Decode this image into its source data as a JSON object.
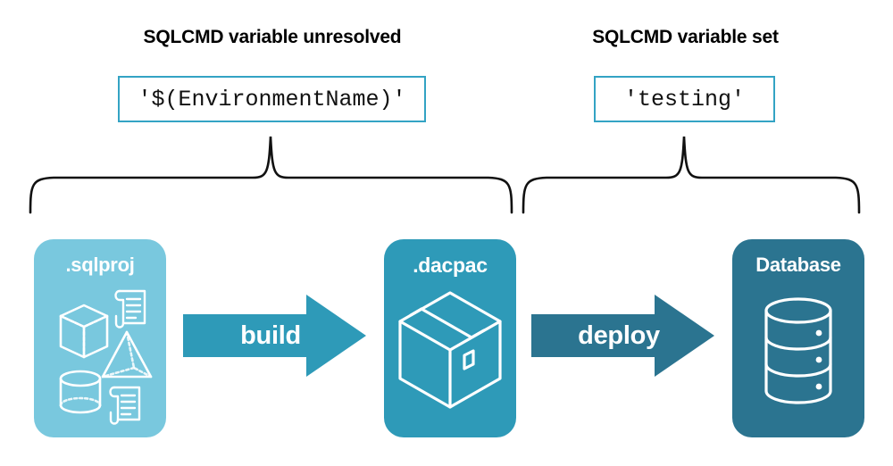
{
  "headings": {
    "left": "SQLCMD variable unresolved",
    "right": "SQLCMD variable set"
  },
  "value_boxes": {
    "unresolved": "'$(EnvironmentName)'",
    "set": "'testing'"
  },
  "stages": [
    {
      "id": "sqlproj",
      "label": ".sqlproj",
      "color": "#79c8de",
      "art": "project-shapes-icon"
    },
    {
      "id": "dacpac",
      "label": ".dacpac",
      "color": "#2e9ab8",
      "art": "package-box-icon"
    },
    {
      "id": "database",
      "label": "Database",
      "color": "#2b7490",
      "art": "database-cylinder-icon"
    }
  ],
  "arrows": [
    {
      "id": "build",
      "label": "build",
      "color": "#2e9ab8"
    },
    {
      "id": "deploy",
      "label": "deploy",
      "color": "#2b7490"
    }
  ],
  "colors": {
    "accent_border": "#33a3c4",
    "light_blue": "#79c8de",
    "mid_teal": "#2e9ab8",
    "dark_teal": "#2b7490",
    "brace_stroke": "#111111",
    "text": "#000000",
    "background": "#ffffff"
  }
}
